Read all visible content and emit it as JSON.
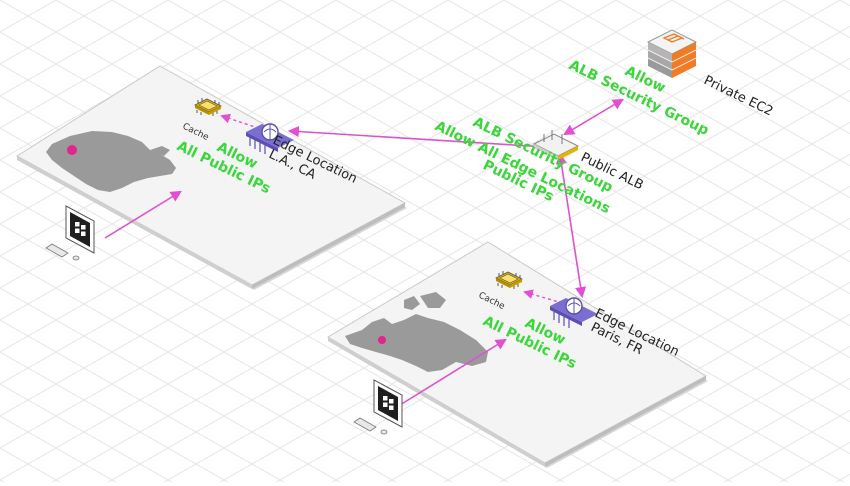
{
  "colors": {
    "allow_text": "#3ad63a",
    "connector": "#e24fd2",
    "edge_icon": "#5b4fb3",
    "cache_chip": "#e4b400",
    "ec2_accent": "#f07c28",
    "grid": "#e6e6e6",
    "map_fill": "#9a9a9a"
  },
  "regions": {
    "us": {
      "location": "L.A., CA",
      "edge_label": "Edge Location",
      "cache_label": "Cache",
      "allow": "Allow",
      "allow_detail": "All Public IPs"
    },
    "eu": {
      "location": "Paris, FR",
      "edge_label": "Edge Location",
      "cache_label": "Cache",
      "allow": "Allow",
      "allow_detail": "All Public IPs"
    }
  },
  "alb": {
    "label": "Public ALB",
    "sg_title": "ALB Security Group",
    "sg_allow": "Allow All Edge Locations",
    "sg_detail": "Public IPs"
  },
  "ec2": {
    "label": "Private EC2",
    "allow": "Allow",
    "allow_detail": "ALB Security Group"
  },
  "icons": [
    "computer-icon",
    "edge-location-icon",
    "cache-chip-icon",
    "alb-icon",
    "ec2-icon",
    "location-pin-icon"
  ]
}
